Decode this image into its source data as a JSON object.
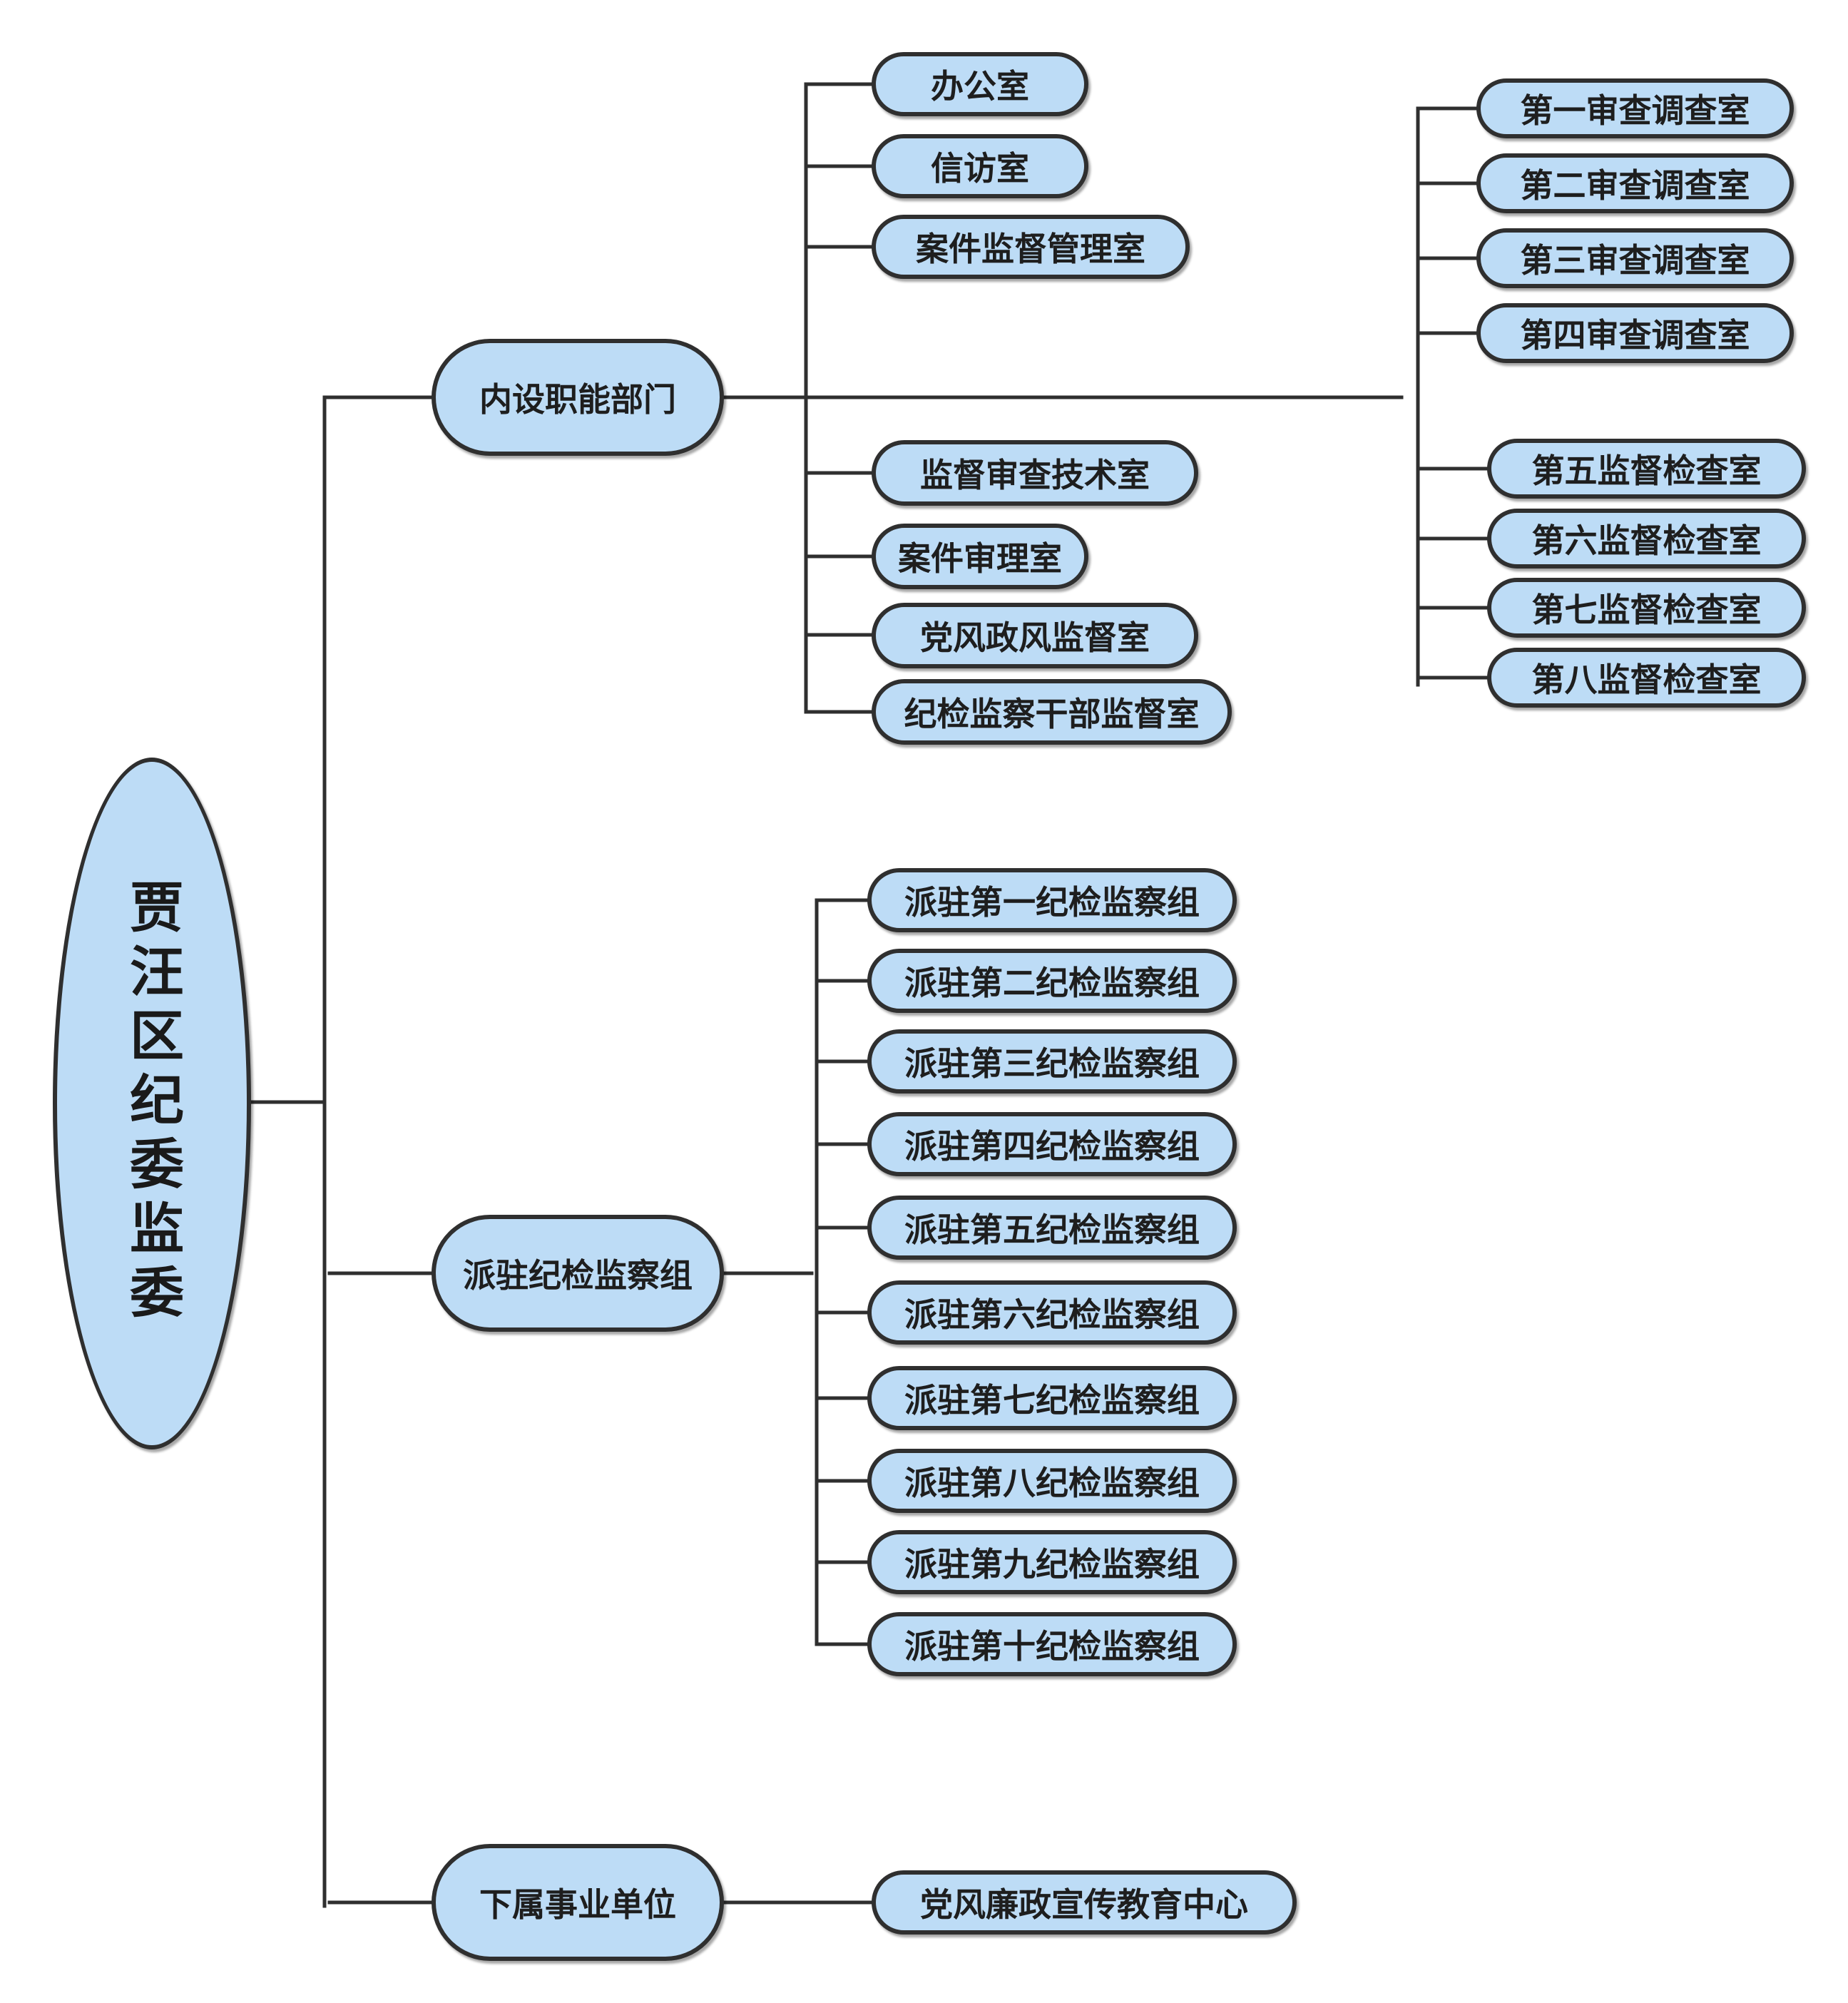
{
  "root": "贾汪区纪委监委",
  "branches": {
    "internal": "内设职能部门",
    "stationed": "派驻纪检监察组",
    "affiliated": "下属事业单位"
  },
  "internal_left": [
    "办公室",
    "信访室",
    "案件监督管理室",
    "监督审查技术室",
    "案件审理室",
    "党风政风监督室",
    "纪检监察干部监督室"
  ],
  "internal_right": [
    "第一审查调查室",
    "第二审查调查室",
    "第三审查调查室",
    "第四审查调查室",
    "第五监督检查室",
    "第六监督检查室",
    "第七监督检查室",
    "第八监督检查室"
  ],
  "stationed_groups": [
    "派驻第一纪检监察组",
    "派驻第二纪检监察组",
    "派驻第三纪检监察组",
    "派驻第四纪检监察组",
    "派驻第五纪检监察组",
    "派驻第六纪检监察组",
    "派驻第七纪检监察组",
    "派驻第八纪检监察组",
    "派驻第九纪检监察组",
    "派驻第十纪检监察组"
  ],
  "affiliated_units": [
    "党风廉政宣传教育中心"
  ],
  "colors": {
    "node_fill": "#bddcf6",
    "line": "#2f2f2f"
  }
}
